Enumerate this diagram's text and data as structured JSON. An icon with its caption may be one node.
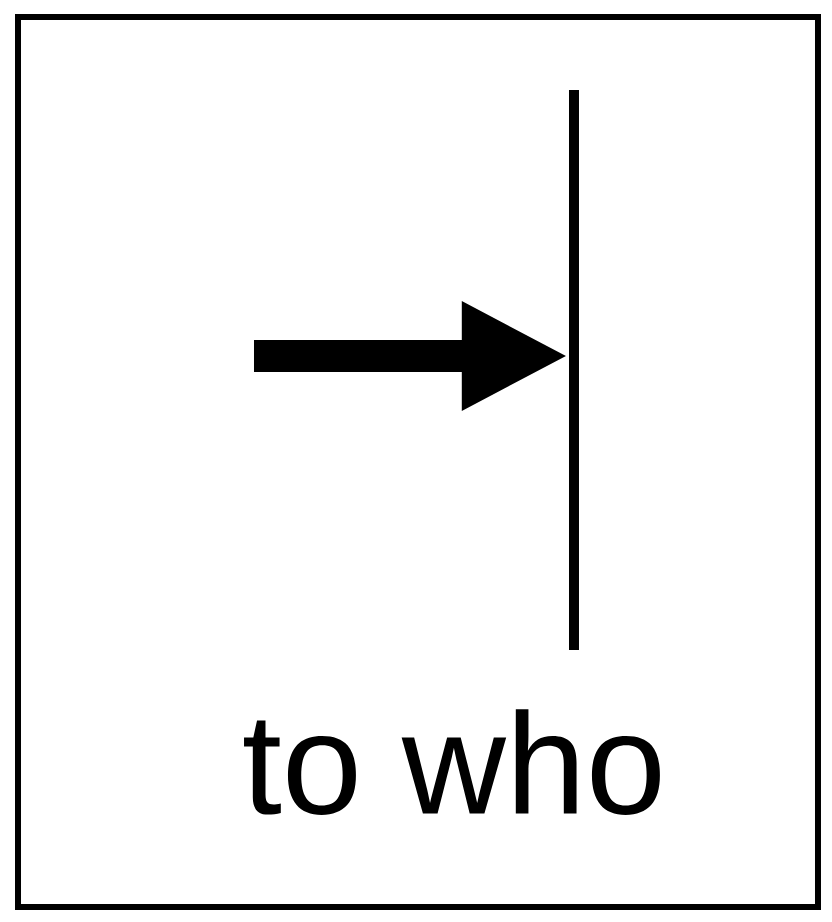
{
  "diagram": {
    "nodes": [
      {
        "text": [
          "to who"
        ]
      },
      {
        "text": [],
        "shape": "bar",
        "in": 0
      }
    ],
    "edges": [
      {
        "from": null,
        "to": 1,
        "arrow": "to"
      }
    ]
  }
}
